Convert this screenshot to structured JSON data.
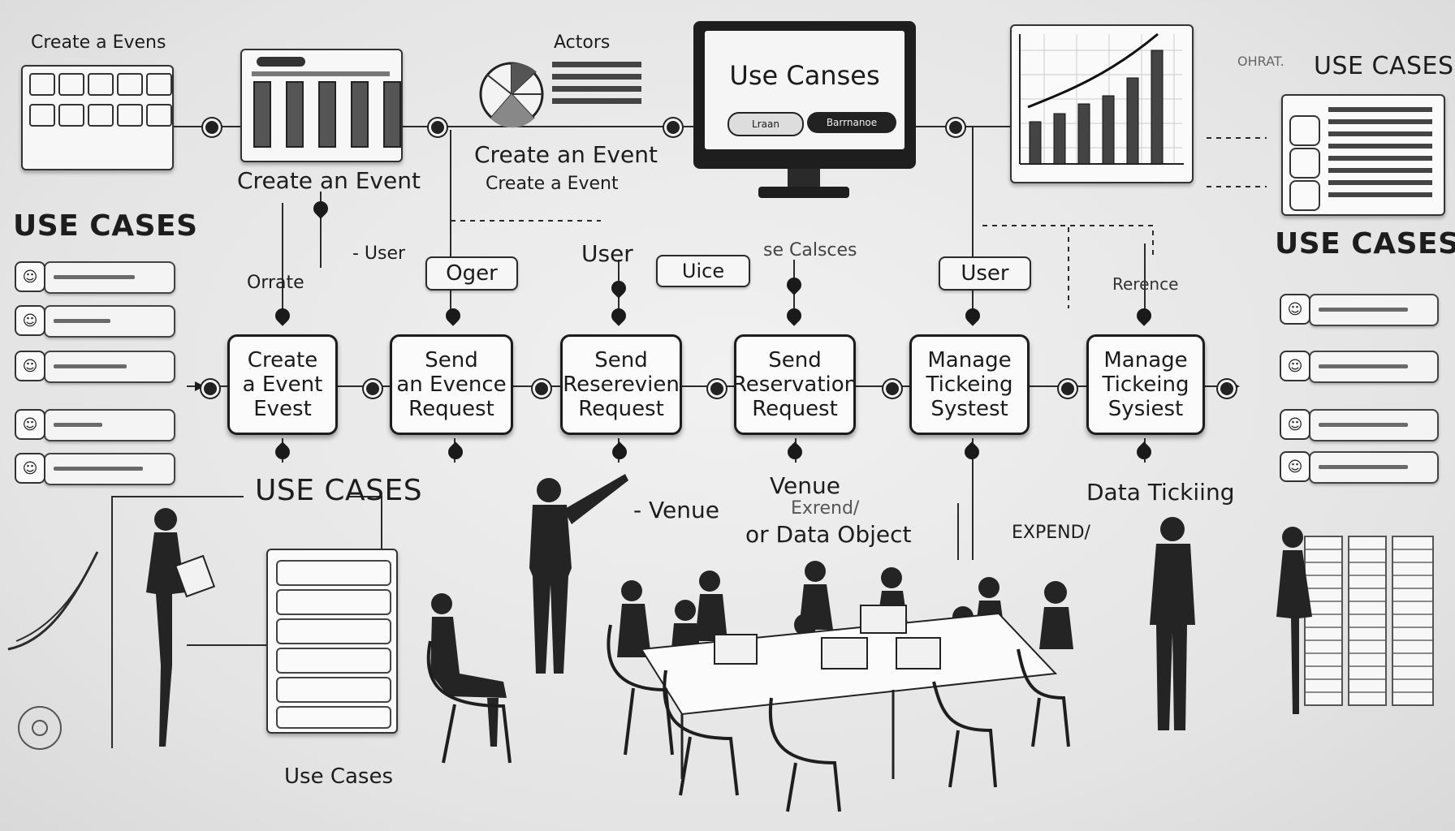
{
  "headings": {
    "top_left": "Create a Evens",
    "left_use_cases": "USE CASES",
    "actors": "Actors",
    "monitor_title": "Use Canses",
    "top_right_use_cases": "USE CASES",
    "top_right_faint": "OHRAT.",
    "right_use_cases": "USE CASES",
    "center_use_cases": "USE CASES",
    "bottom_use_cases": "Use Cases"
  },
  "labels": {
    "create_event_1": "Create an Event",
    "create_event_mid_a": "Create an Event",
    "create_event_mid_b": "Create a Event",
    "ornate": "Orrate",
    "user_left": "- User",
    "user_mid": "User",
    "use_caises": "se Calsces",
    "reference": "Rerence",
    "venue_left": "- Venue",
    "venue_mid": "Venue",
    "extend": "Exrend/",
    "data_object": "or Data Object",
    "expend": "EXPEND/",
    "data_ticking": "Data Tickiing"
  },
  "tags": {
    "oger": "Oger",
    "uice": "Uice",
    "user": "User"
  },
  "monitor_buttons": [
    "Lraan",
    "Barrnanoe"
  ],
  "flow": [
    {
      "label": "Create\na Event\nEvest"
    },
    {
      "label": "Send\nan Evence\nRequest"
    },
    {
      "label": "Send\nReserevien\nRequest"
    },
    {
      "label": "Send\nReservation\nRequest"
    },
    {
      "label": "Manage\nTickeing\nSystest"
    },
    {
      "label": "Manage\nTickeing\nSysiest"
    }
  ],
  "colors": {
    "background": "#e6e6e6",
    "ink": "#1c1c1c",
    "box_fill": "#fbfbfb"
  }
}
